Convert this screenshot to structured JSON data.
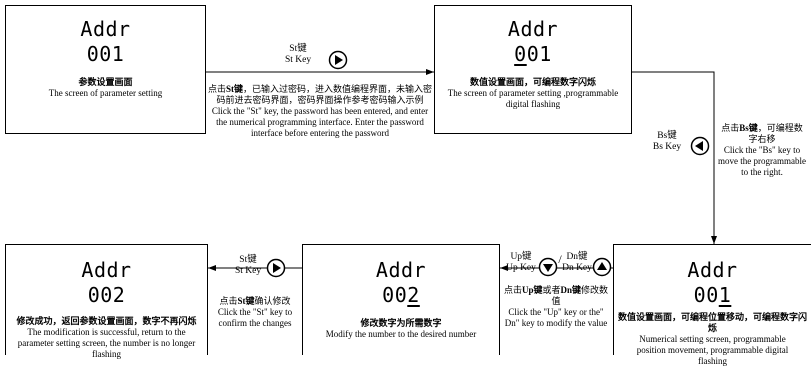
{
  "boxes": {
    "b1": {
      "title": "Addr",
      "value_pre": "001",
      "value_ul": "",
      "value_post": "",
      "desc_cn": "参数设置画面",
      "desc_en": "The screen of parameter setting"
    },
    "b2": {
      "title": "Addr",
      "value_pre": "",
      "value_ul": "0",
      "value_post": "01",
      "desc_cn": "数值设置画面，可编程数字闪烁",
      "desc_en": "The screen of parameter setting ,programmable digital flashing"
    },
    "b3": {
      "title": "Addr",
      "value_pre": "00",
      "value_ul": "1",
      "value_post": "",
      "desc_cn": "数值设置画面，可编程位置移动，可编程数字闪烁",
      "desc_en": "Numerical setting screen, programmable position movement, programmable digital flashing"
    },
    "b4": {
      "title": "Addr",
      "value_pre": "00",
      "value_ul": "2",
      "value_post": "",
      "desc_cn": "修改数字为所需数字",
      "desc_en": "Modify the number to the desired number"
    },
    "b5": {
      "title": "Addr",
      "value_pre": "002",
      "value_ul": "",
      "value_post": "",
      "desc_cn": "修改成功，返回参数设置画面，数字不再闪烁",
      "desc_en": "The modification is successful, return to the parameter setting screen, the number is no longer flashing"
    }
  },
  "keys": {
    "st1": {
      "cn": "St键",
      "en": "St Key"
    },
    "bs": {
      "cn": "Bs键",
      "en": "Bs Key"
    },
    "up": {
      "cn": "Up键",
      "en": "Up Key"
    },
    "dn": {
      "cn": "Dn键",
      "en": "Dn Key"
    },
    "slash": "/",
    "st2": {
      "cn": "St键",
      "en": "St Key"
    }
  },
  "notes": {
    "n1": {
      "cn_pre": "点击",
      "cn_key": "St键",
      "cn_post": "，已输入过密码，进入数值编程界面，未输入密码前进去密码界面，密码界面操作参考密码输入示例",
      "en": "Click the \"St\" key, the password has been entered, and enter the numerical programming interface. Enter the password interface before entering the password"
    },
    "n2": {
      "cn_pre": "点击",
      "cn_key": "Bs键",
      "cn_post": "，可编程数字右移",
      "en": "Click the \"Bs\" key to move the programmable to the right."
    },
    "n3": {
      "cn_pre": "点击",
      "cn_key": "Up键",
      "cn_mid": "或者",
      "cn_key2": "Dn键",
      "cn_post": "修改数值",
      "en": "Click the \"Up\" key or the\" Dn\" key to modify the value"
    },
    "n4": {
      "cn_pre": "点击",
      "cn_key": "St键",
      "cn_post": "确认修改",
      "en": "Click the \"St\" key to confirm the changes"
    }
  },
  "icons": [
    "play-right-icon",
    "play-left-icon",
    "triangle-down-icon",
    "triangle-up-icon",
    "play-right-icon"
  ]
}
